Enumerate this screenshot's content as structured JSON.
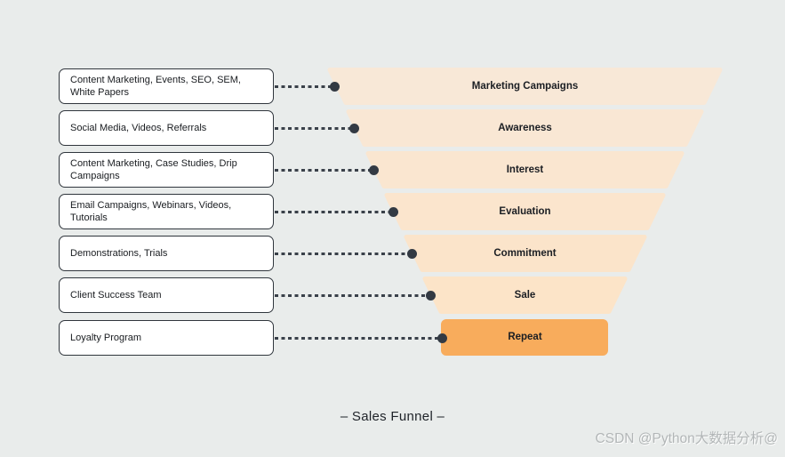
{
  "title": "– Sales Funnel –",
  "watermark": "CSDN @Python大数据分析@",
  "colors": {
    "background": "#E9ECEB",
    "box_fill": "#FFFFFF",
    "box_border": "#30363D",
    "connector": "#3A414A",
    "dot": "#333A43",
    "repeat_fill": "#F8AC5C"
  },
  "stages": [
    {
      "source": "Content Marketing, Events, SEO, SEM, White Papers",
      "label": "Marketing Campaigns",
      "color": "#F8E8D7"
    },
    {
      "source": "Social Media, Videos, Referrals",
      "label": "Awareness",
      "color": "#F9E7D4"
    },
    {
      "source": "Content Marketing, Case Studies, Drip Campaigns",
      "label": "Interest",
      "color": "#FAE6D0"
    },
    {
      "source": "Email Campaigns, Webinars, Videos, Tutorials",
      "label": "Evaluation",
      "color": "#FBE5CD"
    },
    {
      "source": "Demonstrations, Trials",
      "label": "Commitment",
      "color": "#FBE4CA"
    },
    {
      "source": "Client Success Team",
      "label": "Sale",
      "color": "#FCE4C8"
    },
    {
      "source": "Loyalty Program",
      "label": "Repeat",
      "color": "#F8AC5C"
    }
  ]
}
